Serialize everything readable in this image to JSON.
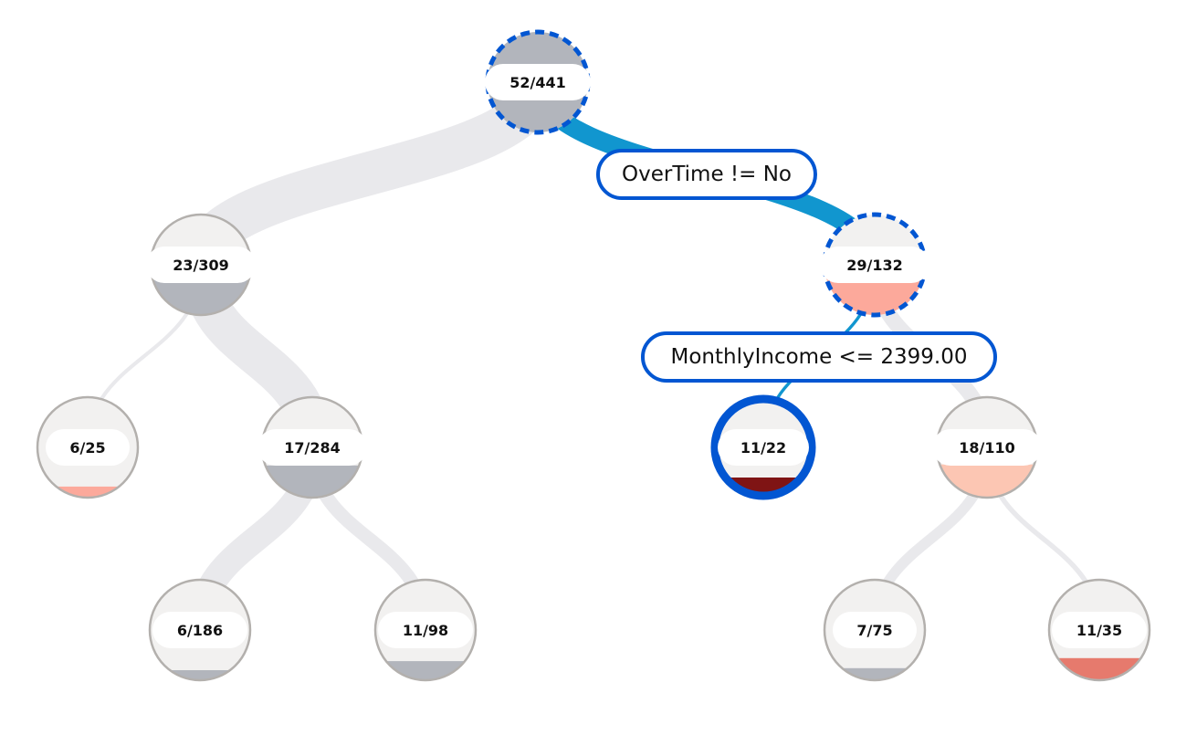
{
  "tree": {
    "colors": {
      "node_fill": "#f2f1f0",
      "node_border": "#b3b0ad",
      "highlight_blue": "#0256d2",
      "path_blue": "#1196cf",
      "edge_gray": "#e9e9ec",
      "bar_gray": "#b2b5bc",
      "bar_light_salmon": "#fcc6b3",
      "bar_salmon": "#fca99b",
      "bar_coral": "#e67a6d",
      "bar_dark_red": "#7f1414"
    },
    "nodes": [
      {
        "id": "root",
        "label": "52/441",
        "error_fraction": 1.0,
        "bar_color": "bar_gray",
        "state": "dashed"
      },
      {
        "id": "n-l",
        "label": "23/309",
        "error_fraction": 0.36,
        "bar_color": "bar_gray",
        "state": "normal"
      },
      {
        "id": "n-r",
        "label": "29/132",
        "error_fraction": 0.55,
        "bar_color": "bar_salmon",
        "state": "dashed"
      },
      {
        "id": "n-ll",
        "label": "6/25",
        "error_fraction": 0.11,
        "bar_color": "bar_salmon",
        "state": "normal"
      },
      {
        "id": "n-lr",
        "label": "17/284",
        "error_fraction": 0.32,
        "bar_color": "bar_gray",
        "state": "normal"
      },
      {
        "id": "n-rl",
        "label": "11/22",
        "error_fraction": 0.2,
        "bar_color": "bar_dark_red",
        "state": "selected"
      },
      {
        "id": "n-rr",
        "label": "18/110",
        "error_fraction": 0.33,
        "bar_color": "bar_light_salmon",
        "state": "normal"
      },
      {
        "id": "n-lrl",
        "label": "6/186",
        "error_fraction": 0.1,
        "bar_color": "bar_gray",
        "state": "normal"
      },
      {
        "id": "n-lrr",
        "label": "11/98",
        "error_fraction": 0.19,
        "bar_color": "bar_gray",
        "state": "normal"
      },
      {
        "id": "n-rrl",
        "label": "7/75",
        "error_fraction": 0.12,
        "bar_color": "bar_gray",
        "state": "normal"
      },
      {
        "id": "n-rrr",
        "label": "11/35",
        "error_fraction": 0.22,
        "bar_color": "bar_coral",
        "state": "normal"
      }
    ],
    "edges": [
      {
        "from": "root",
        "to": "n-l",
        "weight": 0.7,
        "highlight": false
      },
      {
        "from": "root",
        "to": "n-r",
        "weight": 0.3,
        "highlight": true
      },
      {
        "from": "n-l",
        "to": "n-ll",
        "weight": 0.06,
        "highlight": false
      },
      {
        "from": "n-l",
        "to": "n-lr",
        "weight": 0.64,
        "highlight": false
      },
      {
        "from": "n-r",
        "to": "n-rl",
        "weight": 0.05,
        "highlight": true
      },
      {
        "from": "n-r",
        "to": "n-rr",
        "weight": 0.25,
        "highlight": false
      },
      {
        "from": "n-lr",
        "to": "n-lrl",
        "weight": 0.42,
        "highlight": false
      },
      {
        "from": "n-lr",
        "to": "n-lrr",
        "weight": 0.22,
        "highlight": false
      },
      {
        "from": "n-rr",
        "to": "n-rrl",
        "weight": 0.17,
        "highlight": false
      },
      {
        "from": "n-rr",
        "to": "n-rrr",
        "weight": 0.08,
        "highlight": false
      }
    ],
    "split_labels": [
      {
        "id": "split-overtime",
        "text": "OverTime != No"
      },
      {
        "id": "split-monthlyincome",
        "text": "MonthlyIncome <= 2399.00"
      }
    ]
  }
}
